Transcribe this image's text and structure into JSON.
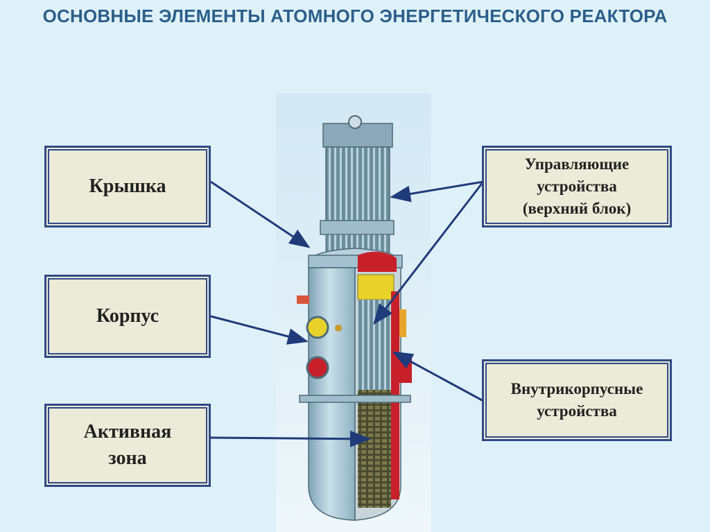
{
  "title": "ОСНОВНЫЕ ЭЛЕМЕНТЫ АТОМНОГО ЭНЕРГЕТИЧЕСКОГО РЕАКТОРА",
  "labels": {
    "cover": "Крышка",
    "vessel": "Корпус",
    "core": "Активная\nзона",
    "control": "Управляющие\nустройства\n(верхний блок)",
    "internals": "Внутрикорпусные\nустройства"
  },
  "colors": {
    "background": "#dff1f8",
    "title": "#2b5f8a",
    "box_fill": "#ecebd8",
    "box_border": "#2f4a86",
    "arrow": "#1f3b7a",
    "vessel": "#a9c9d8",
    "cutaway_red": "#c8202a",
    "cutaway_yellow": "#e8d22a"
  }
}
